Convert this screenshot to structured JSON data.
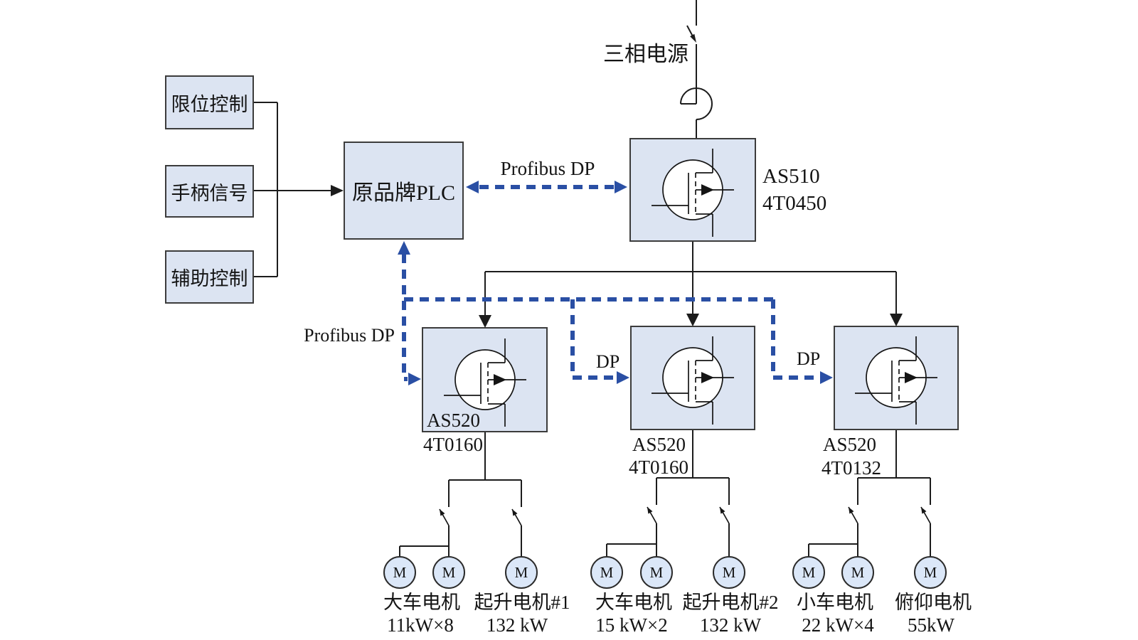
{
  "colors": {
    "accent_blue": "#2a4fa4",
    "box_fill": "#dce4f2",
    "motor_fill": "#dbe7f8",
    "line_color": "#1c1c1c"
  },
  "power": {
    "label": "三相电源"
  },
  "inputs": {
    "items": [
      {
        "label": "限位控制"
      },
      {
        "label": "手柄信号"
      },
      {
        "label": "辅助控制"
      }
    ]
  },
  "plc": {
    "label": "原品牌PLC"
  },
  "bus": {
    "top_label": "Profibus DP",
    "left_label": "Profibus DP",
    "dp_label_2": "DP",
    "dp_label_3": "DP"
  },
  "inverters": {
    "main": {
      "model": "AS510",
      "code": "4T0450"
    },
    "drives": [
      {
        "model": "AS520",
        "code": "4T0160"
      },
      {
        "model": "AS520",
        "code": "4T0160"
      },
      {
        "model": "AS520",
        "code": "4T0132"
      }
    ]
  },
  "motors": {
    "symbol": "M",
    "groups": [
      {
        "left_title": "大车电机",
        "left_spec": "11kW×8",
        "right_title": "起升电机#1",
        "right_spec": "132 kW"
      },
      {
        "left_title": "大车电机",
        "left_spec": "15 kW×2",
        "right_title": "起升电机#2",
        "right_spec": "132 kW"
      },
      {
        "left_title": "小车电机",
        "left_spec": "22 kW×4",
        "right_title": "俯仰电机",
        "right_spec": "55kW"
      }
    ]
  }
}
